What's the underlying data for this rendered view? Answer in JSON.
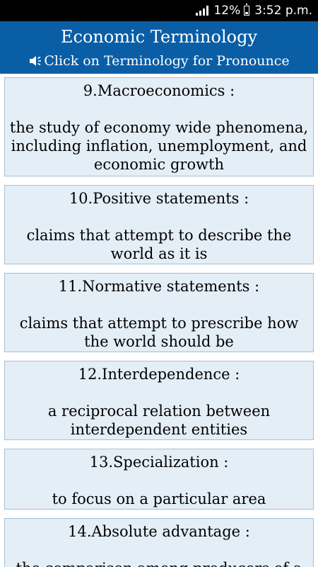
{
  "status_bar": {
    "battery_percent": "12%",
    "time": "3:52 p.m.",
    "icons": [
      "signal-icon",
      "battery-icon"
    ]
  },
  "header": {
    "title": "Economic Terminology",
    "subtitle": "Click on Terminology for Pronounce",
    "subtitle_icon": "speaker-icon"
  },
  "colors": {
    "header_background": "#0a5ea6",
    "card_background": "#e4eef7",
    "card_border": "#a7bfd3"
  },
  "terms": [
    {
      "title": "9.Macroeconomics :",
      "definition": "the study of economy wide phenomena, including inflation, unemployment, and economic growth"
    },
    {
      "title": "10.Positive statements :",
      "definition": "claims that attempt to describe the world as it is"
    },
    {
      "title": "11.Normative statements :",
      "definition": "claims that attempt to prescribe how the world should be"
    },
    {
      "title": "12.Interdependence :",
      "definition": "a reciprocal relation between interdependent entities"
    },
    {
      "title": "13.Specialization :",
      "definition": "to focus on a particular area"
    },
    {
      "title": "14.Absolute advantage :",
      "definition": "the comparison among producers of a"
    }
  ]
}
